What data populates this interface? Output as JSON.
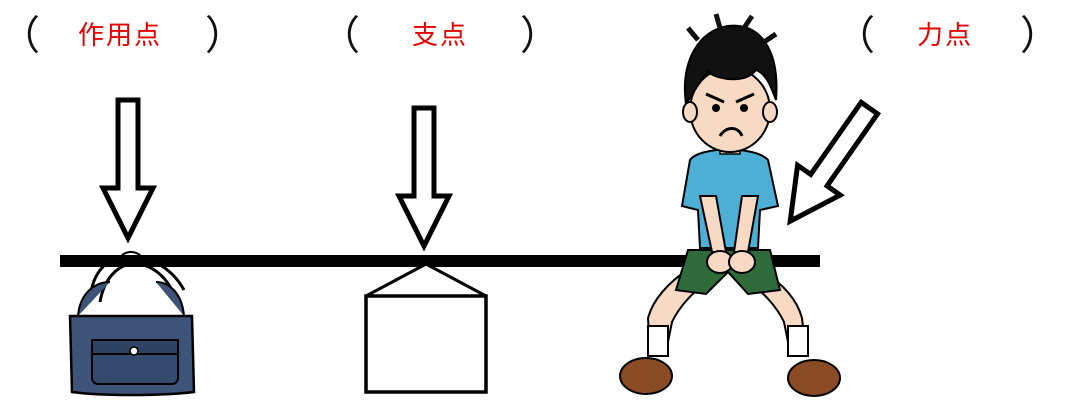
{
  "labels": {
    "load": "作用点",
    "fulcrum": "支点",
    "effort": "力点",
    "open_paren": "（",
    "close_paren": "）"
  },
  "colors": {
    "label_text": "#e60000",
    "bar": "#000000",
    "bag": "#3d5478",
    "shirt": "#4dafd6",
    "shorts": "#2f6b3a",
    "skin": "#f7d9c4",
    "shoe": "#8a4a24"
  },
  "icons": [
    "arrow-down-icon",
    "arrow-diagonal-icon",
    "bag-icon",
    "fulcrum-box-icon",
    "boy-icon"
  ]
}
